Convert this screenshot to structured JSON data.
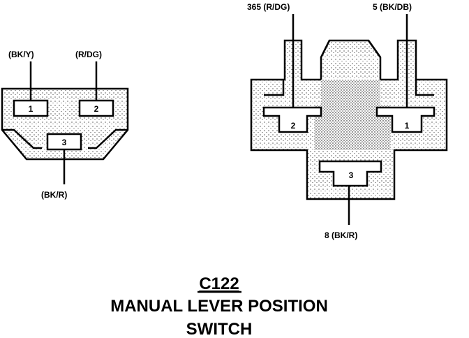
{
  "left_connector": {
    "label_pin1": "(BK/Y)",
    "label_pin2": "(R/DG)",
    "label_pin3": "(BK/R)",
    "pins": [
      "1",
      "2",
      "3"
    ]
  },
  "right_connector": {
    "label_pin2": "365 (R/DG)",
    "label_pin1": "5 (BK/DB)",
    "label_pin3": "8 (BK/R)",
    "pins": [
      "2",
      "1",
      "3"
    ]
  },
  "title": {
    "code": "C122",
    "line1": "MANUAL LEVER POSITION",
    "line2": "SWITCH"
  },
  "colors": {
    "ink": "#000000",
    "background": "#ffffff"
  }
}
